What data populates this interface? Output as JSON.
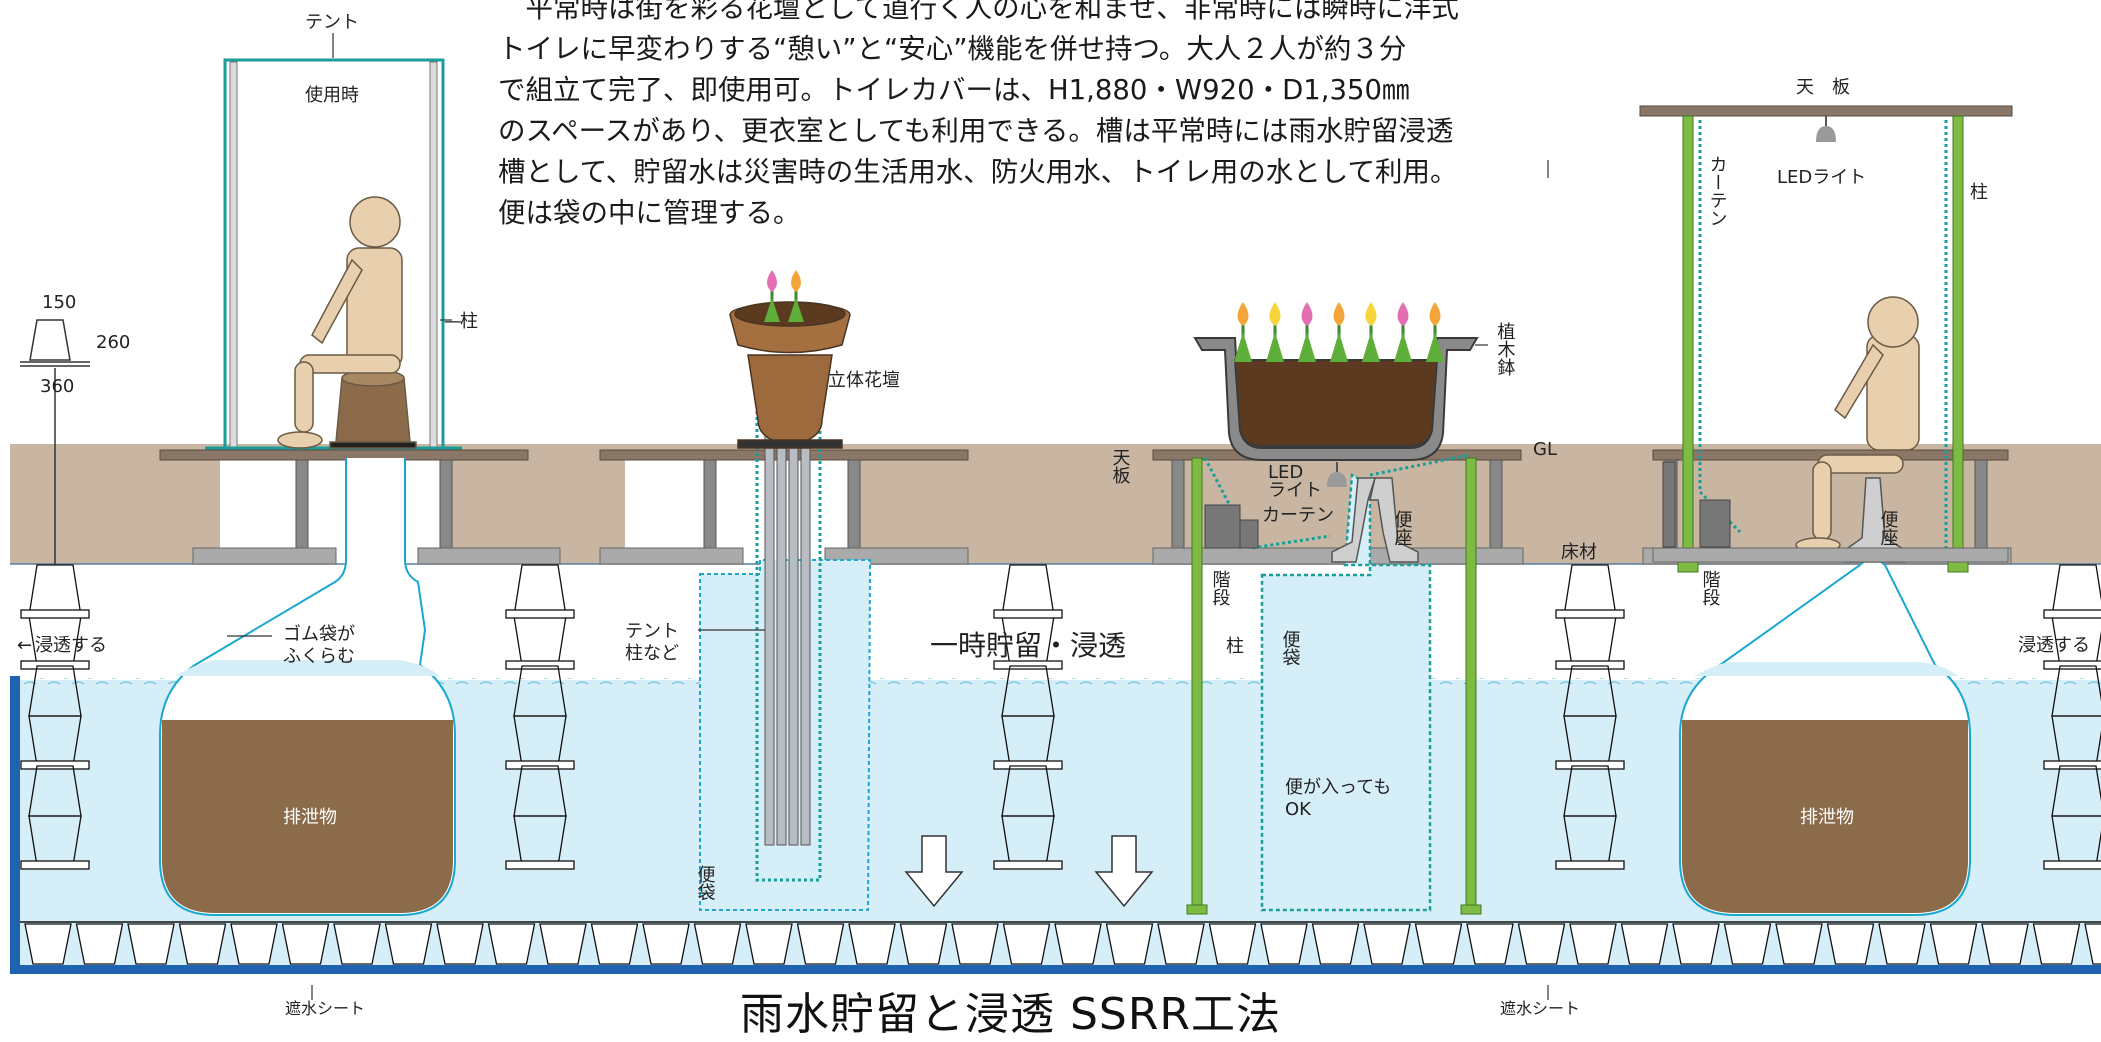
{
  "description": [
    "　平常時は街を彩る花壇として道行く人の心を和ませ、非常時には瞬時に洋式",
    "トイレに早変わりする“憩い”と“安心”機能を併せ持つ。大人２人が約３分",
    "で組立て完了、即使用可。トイレカバーは、H1,880・W920・D1,350㎜",
    "のスペースがあり、更衣室としても利用できる。槽は平常時には雨水貯留浸透",
    "槽として、貯留水は災害時の生活用水、防火用水、トイレ用の水として利用。",
    "便は袋の中に管理する。"
  ],
  "title": "雨水貯留と浸透  SSRR工法",
  "labels": {
    "tent": "テント",
    "in_use": "使用時",
    "pillar": "柱",
    "dim_top": "150",
    "dim_height": "260",
    "dim_bottom": "360",
    "infiltrate": "浸透する",
    "rubber_bag_1": "ゴム袋が",
    "rubber_bag_2": "ふくらむ",
    "excreta": "排泄物",
    "waterproof_sheet": "遮水シート",
    "flower_bed": "立体花壇",
    "tent_pole_1": "テント",
    "tent_pole_2": "柱など",
    "toilet_bag": "便袋",
    "temp_storage": "一時貯留・浸透",
    "planter": "植木鉢",
    "top_board": "天板",
    "gl": "GL",
    "led_1": "LED",
    "led_2": "ライト",
    "curtain": "カーテン",
    "toilet_seat": "便座",
    "stairs": "階段",
    "ok_1": "便が入っても",
    "ok_2": "OK",
    "floor_material": "床材",
    "top_board_spaced": "天　板",
    "curtain_vertical": "カーテン",
    "led_light": "LEDライト"
  },
  "colors": {
    "soil": "#c8b6a3",
    "water": "#d6eef8",
    "water_line": "#6cc3e0",
    "blue_wall": "#1e63b0",
    "excreta": "#8b6b4a",
    "bag_line": "#19a8d0",
    "green_pole": "#7dbb42",
    "teal": "#1a9e9a",
    "board": "#8a7768",
    "planter_soil": "#5b3a1f",
    "skin": "#e8cfae"
  }
}
